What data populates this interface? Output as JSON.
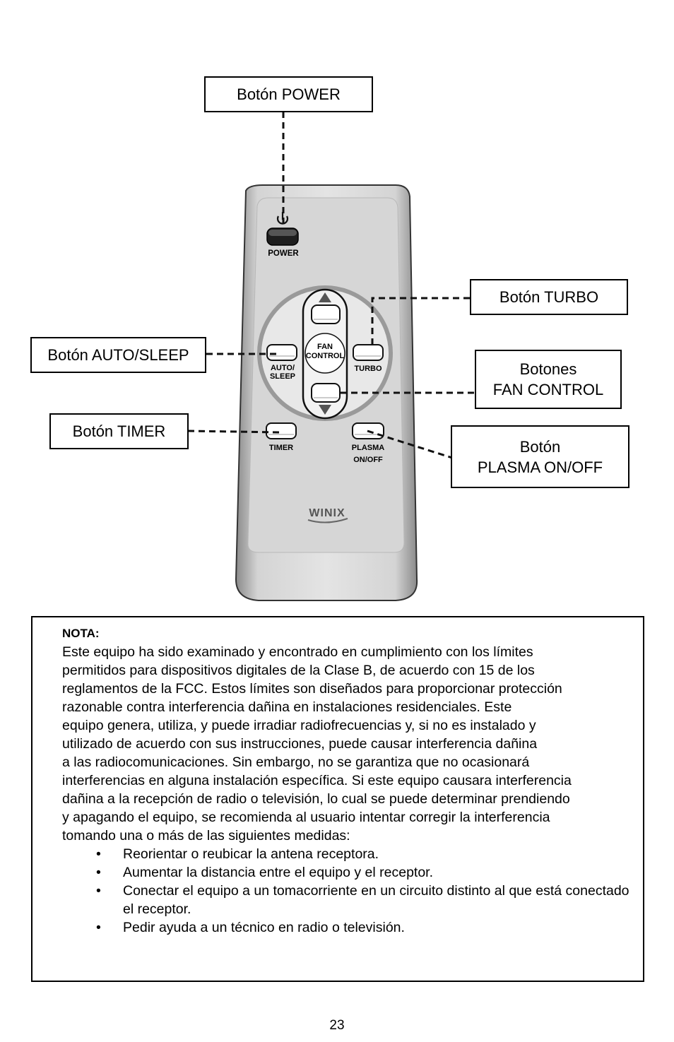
{
  "callouts": {
    "power": "Botón POWER",
    "turbo": "Botón TURBO",
    "auto_sleep": "Botón AUTO/SLEEP",
    "fan_control_line1": "Botones",
    "fan_control_line2": "FAN CONTROL",
    "timer": "Botón TIMER",
    "plasma_line1": "Botón",
    "plasma_line2": "PLASMA ON/OFF"
  },
  "remote": {
    "power_label": "POWER",
    "fan_label_1": "FAN",
    "fan_label_2": "CONTROL",
    "auto_label_1": "AUTO/",
    "auto_label_2": "SLEEP",
    "turbo_label": "TURBO",
    "timer_label": "TIMER",
    "plasma_label_1": "PLASMA",
    "plasma_label_2": "ON/OFF",
    "brand": "WINIX"
  },
  "note": {
    "title": "NOTA:",
    "lines": [
      "Este equipo ha sido examinado y encontrado en cumplimiento con los límites",
      "permitidos para dispositivos digitales de la Clase B, de acuerdo con 15 de los",
      "reglamentos de la FCC. Estos límites son diseñados para proporcionar protección",
      "razonable contra interferencia dañina en instalaciones residenciales. Este",
      "equipo genera, utiliza, y puede irradiar radiofrecuencias y, si no es instalado y",
      "utilizado de acuerdo con sus instrucciones, puede causar interferencia dañina",
      "a las radiocomunicaciones. Sin embargo, no se garantiza que no ocasionará",
      "interferencias en alguna instalación específica. Si este equipo causara interferencia",
      "dañina a la recepción de radio o televisión, lo cual se puede determinar prendiendo",
      "y apagando el equipo, se recomienda al usuario intentar corregir la interferencia",
      "tomando una o más de las siguientes medidas:"
    ],
    "bullet_char": "•",
    "bullets": [
      "Reorientar o reubicar la antena receptora.",
      "Aumentar la distancia entre el equipo y el receptor.",
      "Conectar el equipo a un tomacorriente en un circuito distinto al que está conectado el receptor.",
      "Pedir ayuda a un técnico en radio o televisión."
    ]
  },
  "page_number": "23"
}
